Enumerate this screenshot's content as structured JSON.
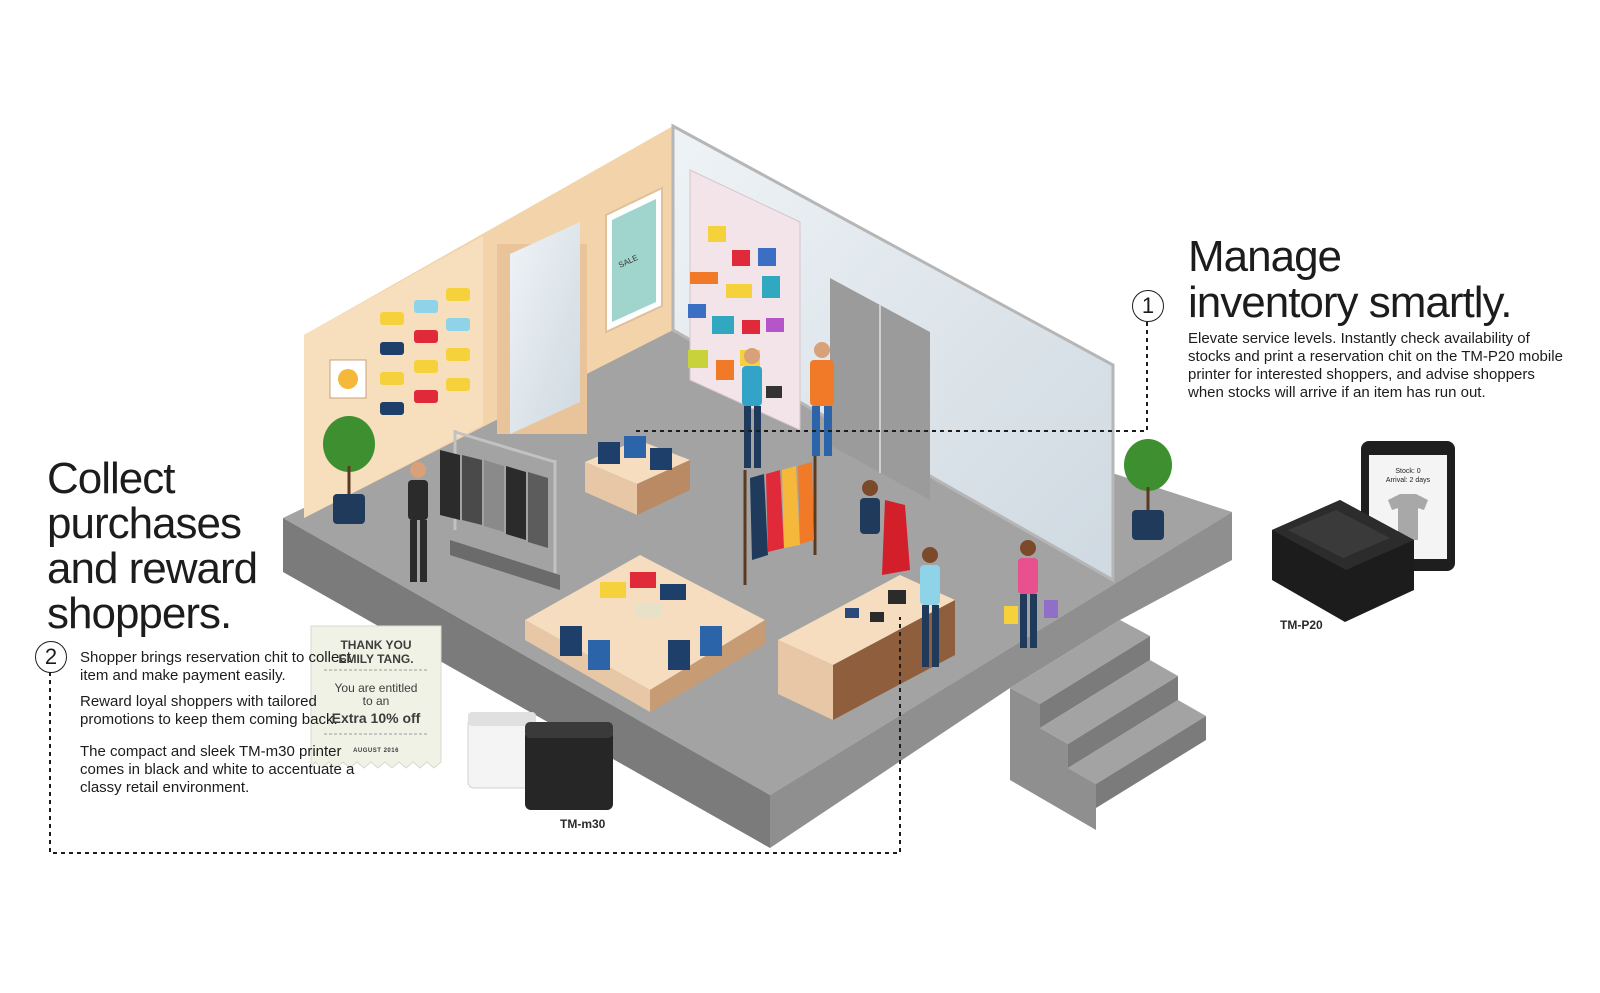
{
  "poster": {
    "manage": {
      "number": "1",
      "heading_line1": "Manage",
      "heading_line2": "inventory smartly.",
      "description": "Elevate service levels. Instantly check availability of stocks and print a reservation chit on the TM-P20 mobile printer for interested shoppers, and advise shoppers when stocks will arrive if an item has run out."
    },
    "collect": {
      "number": "2",
      "heading_line1": "Collect",
      "heading_line2": "purchases",
      "heading_line3": "and reward",
      "heading_line4": "shoppers.",
      "paragraph1": "Shopper brings reservation chit to collect item and make payment easily.",
      "paragraph2": "Reward loyal shoppers with tailored promotions to keep them coming back.",
      "paragraph3": "The compact and sleek TM-m30 printer comes in black and white to accentuate a classy retail environment."
    },
    "receipt": {
      "line1": "THANK YOU",
      "line2": "EMILY TANG.",
      "line3": "You are entitled",
      "line4": "to an",
      "offer": "Extra 10% off",
      "date": "AUGUST 2016"
    },
    "tablet": {
      "stock": "Stock: 0",
      "arrival": "Arrival: 2 days"
    },
    "sale_sign": "SALE",
    "devices": {
      "mobile_printer": "TM-P20",
      "desktop_printer": "TM-m30"
    },
    "colors": {
      "floor": "#a3a3a3",
      "floor_side": "#7c7c7c",
      "wall": "#f2d3aa",
      "wall_shade": "#e4bb8c",
      "glass": "#dfe6ec",
      "counter_top": "#f6ddc0",
      "counter_side": "#9a6a45",
      "dotted_line": "#1c1c1c"
    }
  }
}
